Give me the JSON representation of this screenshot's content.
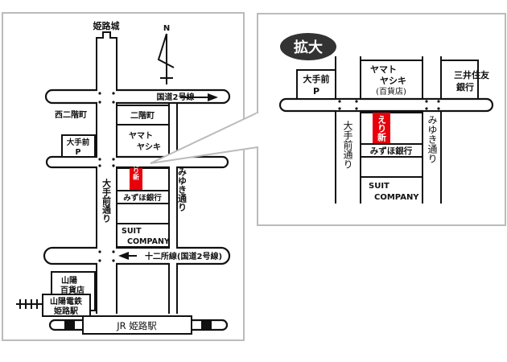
{
  "overview_map": {
    "castle": "姫路城",
    "north": "N",
    "route2": "国道2号線",
    "nishi_nikaimachi": "西二階町",
    "nikaimachi": "二階町",
    "yamato_line1": "ヤマト",
    "yamato_line2": "ヤシキ",
    "parking_line1": "大手前",
    "parking_line2": "P",
    "erishin": "えり新",
    "mizuho": "みずほ銀行",
    "suit_line1": "SUIT",
    "suit_line2": "COMPANY",
    "otemae_street": "大手前通り",
    "miyuki_street": "みゆき通り",
    "junisho_line": "十二所線(国道2号線)",
    "sanyo_dept_line1": "山陽",
    "sanyo_dept_line2": "百貨店",
    "sanyo_station_line1": "山陽電鉄",
    "sanyo_station_line2": "姫路駅",
    "jr_station": "JR 姫路駅"
  },
  "zoom_map": {
    "badge": "拡大",
    "parking_line1": "大手前",
    "parking_line2": "P",
    "yamato_line1": "ヤマト",
    "yamato_line2": "ヤシキ",
    "yamato_line3": "(百貨店)",
    "smbc_line1": "三井住友",
    "smbc_line2": "銀行",
    "erishin": "えり新",
    "mizuho": "みずほ銀行",
    "suit_line1": "SUIT",
    "suit_line2": "COMPANY",
    "otemae_street": "大手前通り",
    "miyuki_street": "みゆき通り"
  },
  "colors": {
    "highlight": "#e8000b",
    "badge": "#333333"
  }
}
